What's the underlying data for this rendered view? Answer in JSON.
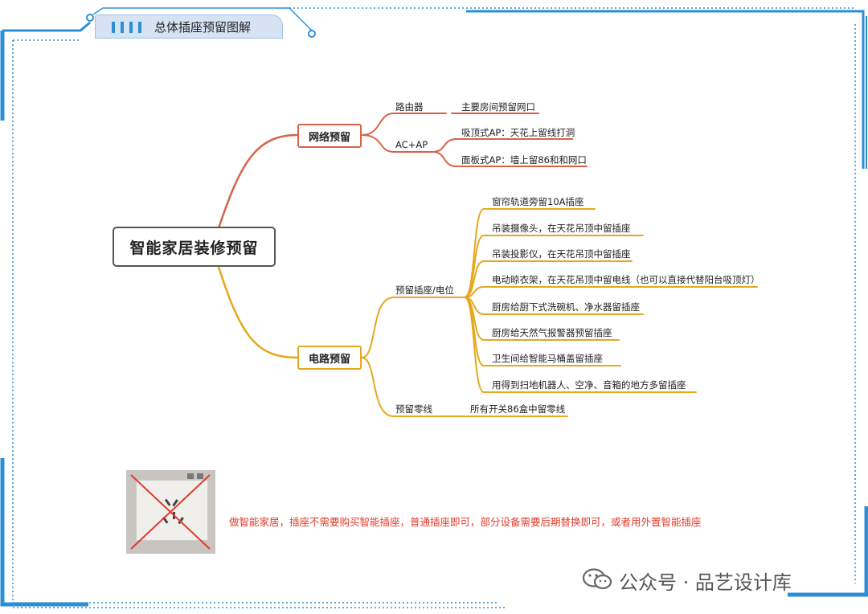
{
  "header": {
    "title": "总体插座预留图解"
  },
  "mindmap": {
    "root": "智能家居装修预留",
    "network": {
      "title": "网络预留",
      "router": {
        "label": "路由器",
        "detail": "主要房间预留网口"
      },
      "acap": {
        "label": "AC+AP",
        "items": [
          "吸顶式AP：天花上留线打洞",
          "面板式AP：墙上留86和和网口"
        ]
      }
    },
    "circuit": {
      "title": "电路预留",
      "socket": {
        "label": "预留插座/电位",
        "items": [
          "窗帘轨道旁留10A插座",
          "吊装摄像头，在天花吊顶中留插座",
          "吊装投影仪，在天花吊顶中留插座",
          "电动晾衣架，在天花吊顶中留电线（也可以直接代替阳台吸顶灯）",
          "厨房给厨下式洗碗机、净水器留插座",
          "厨房给天然气报警器预留插座",
          "卫生间给智能马桶盖留插座",
          "用得到扫地机器人、空净、音箱的地方多留插座"
        ]
      },
      "neutral": {
        "label": "预留零线",
        "detail": "所有开关86盒中留零线"
      }
    }
  },
  "note": "做智能家居，插座不需要购买智能插座，普通插座即可，部分设备需要后期替换即可，或者用外置智能插座",
  "watermark": {
    "text": "公众号 · 品艺设计库",
    "icon": "wechat-icon"
  },
  "colors": {
    "network": "#d9624a",
    "circuit": "#e5a81c",
    "frame": "#2b8fd8",
    "note": "#e23b2a"
  }
}
